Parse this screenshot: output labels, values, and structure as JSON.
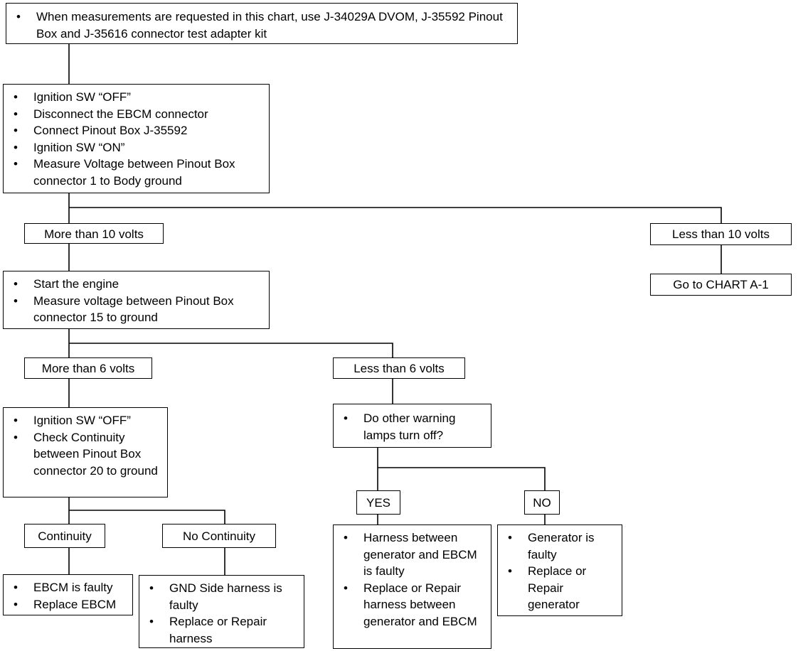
{
  "intro": [
    "When measurements are requested in this chart, use J-34029A DVOM, J-35592 Pinout Box and J-35616 connector test adapter kit"
  ],
  "step1": [
    "Ignition SW “OFF”",
    "Disconnect the EBCM connector",
    "Connect Pinout Box J-35592",
    "Ignition SW “ON”",
    "Measure Voltage between Pinout Box connector 1 to Body ground"
  ],
  "more_than_10": "More than 10 volts",
  "less_than_10": "Less than 10 volts",
  "goto_a1": "Go to CHART A-1",
  "step2": [
    "Start the engine",
    "Measure voltage between Pinout Box connector 15 to ground"
  ],
  "more_than_6": "More than 6 volts",
  "less_than_6": "Less than 6 volts",
  "step3": [
    "Ignition SW “OFF”",
    "Check Continuity between Pinout Box connector 20 to ground"
  ],
  "continuity": "Continuity",
  "no_continuity": "No Continuity",
  "ebcm_faulty": [
    "EBCM is faulty",
    "Replace EBCM"
  ],
  "gnd_faulty": [
    "GND Side harness is faulty",
    "Replace or Repair harness"
  ],
  "warning_q": [
    "Do other warning lamps turn off?"
  ],
  "yes": "YES",
  "no": "NO",
  "harness_faulty": [
    "Harness between generator and EBCM is faulty",
    "Replace or Repair harness between generator and EBCM"
  ],
  "generator_faulty": [
    "Generator is faulty",
    "Replace or Repair generator"
  ]
}
